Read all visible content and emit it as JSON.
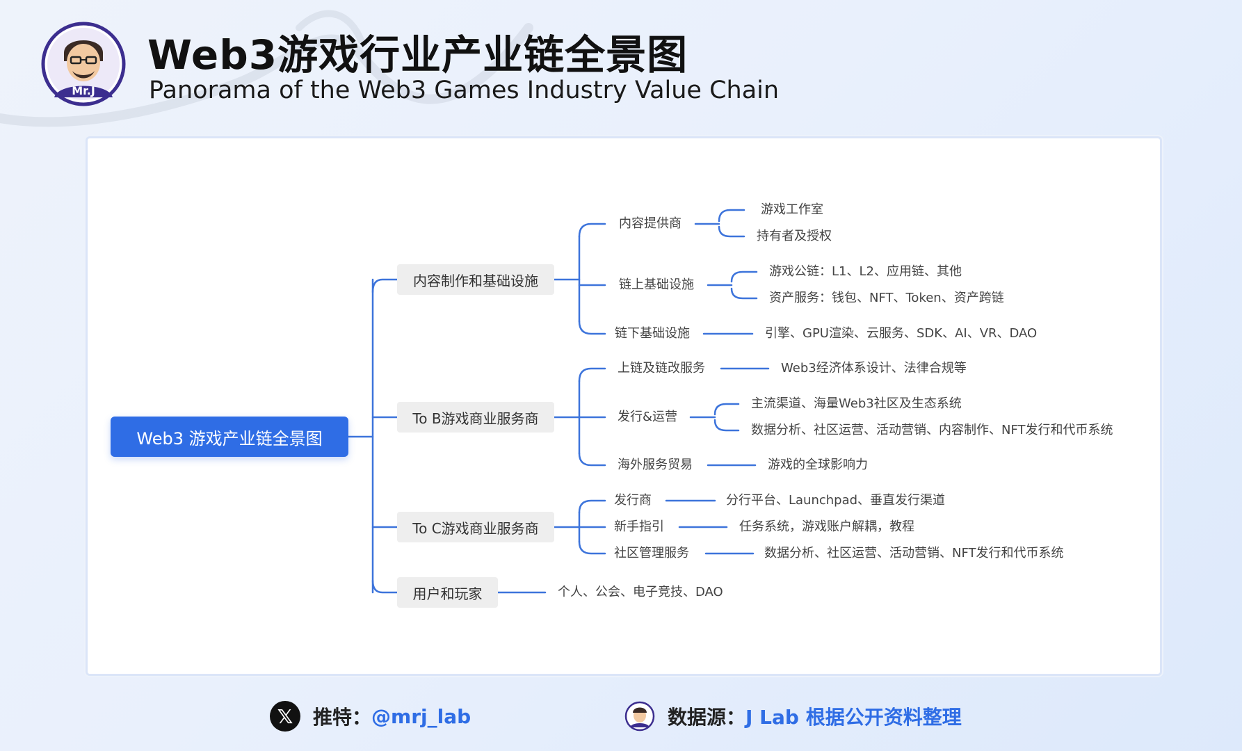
{
  "header": {
    "title": "Web3游戏行业产业链全景图",
    "subtitle": "Panorama of the Web3 Games Industry Value Chain"
  },
  "mindmap": {
    "root": "Web3 游戏产业链全景图",
    "branches": [
      {
        "label": "内容制作和基础设施",
        "children": [
          {
            "label": "内容提供商",
            "items": [
              "游戏工作室",
              "持有者及授权"
            ]
          },
          {
            "label": "链上基础设施",
            "items": [
              "游戏公链：L1、L2、应用链、其他",
              "资产服务：钱包、NFT、Token、资产跨链"
            ]
          },
          {
            "label": "链下基础设施",
            "items": [
              "引擎、GPU渲染、云服务、SDK、AI、VR、DAO"
            ]
          }
        ]
      },
      {
        "label": "To B游戏商业服务商",
        "children": [
          {
            "label": "上链及链改服务",
            "items": [
              "Web3经济体系设计、法律合规等"
            ]
          },
          {
            "label": "发行&运营",
            "items": [
              "主流渠道、海量Web3社区及生态系统",
              "数据分析、社区运营、活动营销、内容制作、NFT发行和代币系统"
            ]
          },
          {
            "label": "海外服务贸易",
            "items": [
              "游戏的全球影响力"
            ]
          }
        ]
      },
      {
        "label": "To C游戏商业服务商",
        "children": [
          {
            "label": "发行商",
            "items": [
              "分行平台、Launchpad、垂直发行渠道"
            ]
          },
          {
            "label": "新手指引",
            "items": [
              "任务系统，游戏账户解耦，教程"
            ]
          },
          {
            "label": "社区管理服务",
            "items": [
              "数据分析、社区运营、活动营销、NFT发行和代币系统"
            ]
          }
        ]
      },
      {
        "label": "用户和玩家",
        "items": [
          "个人、公会、电子竞技、DAO"
        ]
      }
    ]
  },
  "footer": {
    "twitter_label": "推特：",
    "twitter_handle": "@mrj_lab",
    "source_label": "数据源：",
    "source_value": "J Lab 根据公开资料整理"
  },
  "colors": {
    "accent": "#2f6de5",
    "connector": "#3d74db",
    "node_bg": "#eeeeee"
  },
  "icons": {
    "brand": "mr-j-avatar-logo",
    "social": "x-logo-icon"
  }
}
